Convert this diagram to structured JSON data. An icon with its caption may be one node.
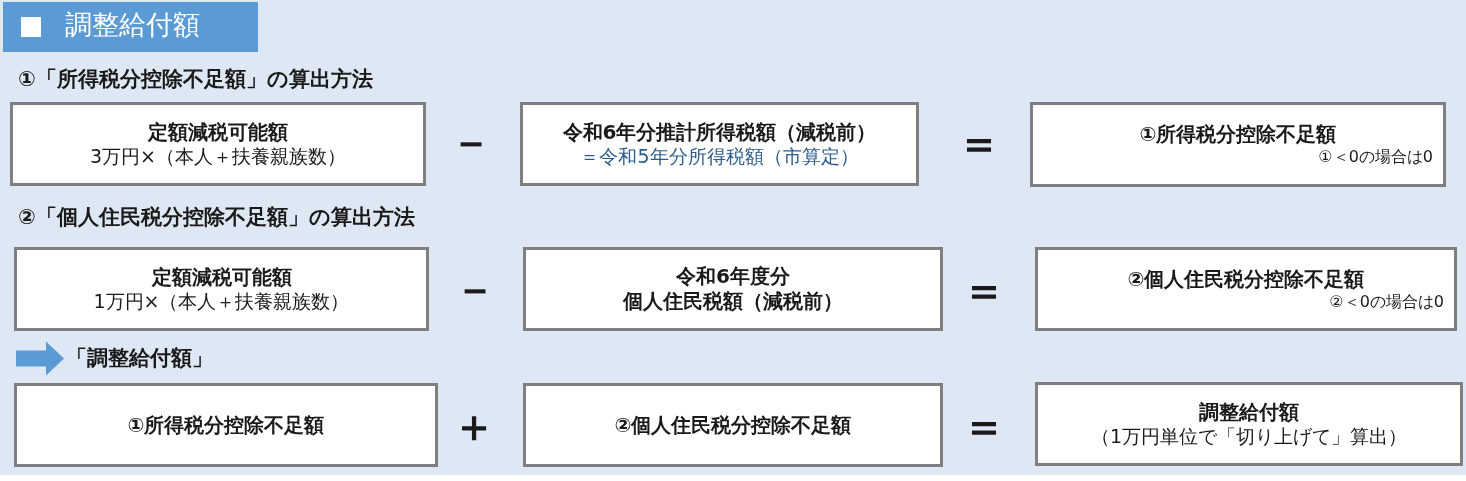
{
  "diagram": {
    "title": "調整給付額",
    "nodes": [
      {
        "text": [
          "定額減税可能額",
          "3万円×（本人＋扶養親族数）"
        ]
      },
      {
        "text": [
          "令和6年分推計所得税額（減税前）",
          "＝令和5年分所得税額（市算定）"
        ]
      },
      {
        "text": [
          "①所得税分控除不足額",
          "①＜0の場合は0"
        ]
      },
      {
        "text": [
          "定額減税可能額",
          "1万円×（本人＋扶養親族数）"
        ]
      },
      {
        "text": [
          "令和6年度分",
          "個人住民税額（減税前）"
        ]
      },
      {
        "text": [
          "②個人住民税分控除不足額",
          "②＜0の場合は0"
        ]
      },
      {
        "text": [
          "「調整給付額」"
        ]
      },
      {
        "text": [
          "①所得税分控除不足額"
        ]
      },
      {
        "text": [
          "②個人住民税分控除不足額"
        ]
      },
      {
        "text": [
          "調整給付額",
          "（1万円単位で「切り上げて」算出）"
        ]
      }
    ],
    "edges": [
      {
        "from": null,
        "to": 6,
        "arrow": "to"
      }
    ],
    "labels": [
      "①「所得税分控除不足額」の算出方法",
      "－",
      "＝",
      "②「個人住民税分控除不足額」の算出方法",
      "－",
      "＝",
      "＋",
      "＝"
    ]
  }
}
